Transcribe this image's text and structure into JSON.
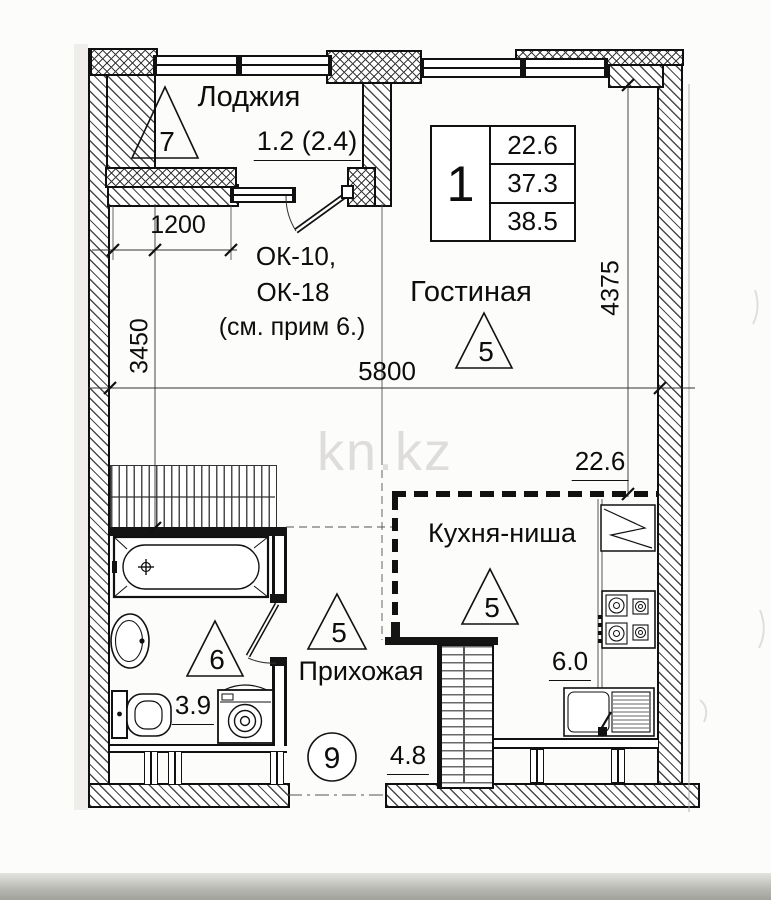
{
  "watermark": "kn.kz",
  "info_table": {
    "rooms_count": "1",
    "living_area": "22.6",
    "area_no_loggia": "37.3",
    "total_area": "38.5"
  },
  "rooms": {
    "loggia": {
      "label": "Лоджия",
      "area": "1.2 (2.4)",
      "mark": "7"
    },
    "living": {
      "label": "Гостиная",
      "area": "22.6",
      "mark": "5"
    },
    "kitchen": {
      "label": "Кухня-ниша",
      "area": "6.0",
      "mark": "5"
    },
    "hallway": {
      "label": "Прихожая",
      "area": "4.8",
      "mark": "5"
    },
    "bathroom": {
      "area": "3.9",
      "mark": "6"
    }
  },
  "marks": {
    "unit_circle": "9"
  },
  "dimensions": {
    "loggia_width": "1200",
    "left_height": "3450",
    "main_width": "5800",
    "right_height": "4375"
  },
  "window_note": {
    "line1": "ОК-10,",
    "line2": "ОК-18",
    "line3": "(см. прим 6.)"
  }
}
